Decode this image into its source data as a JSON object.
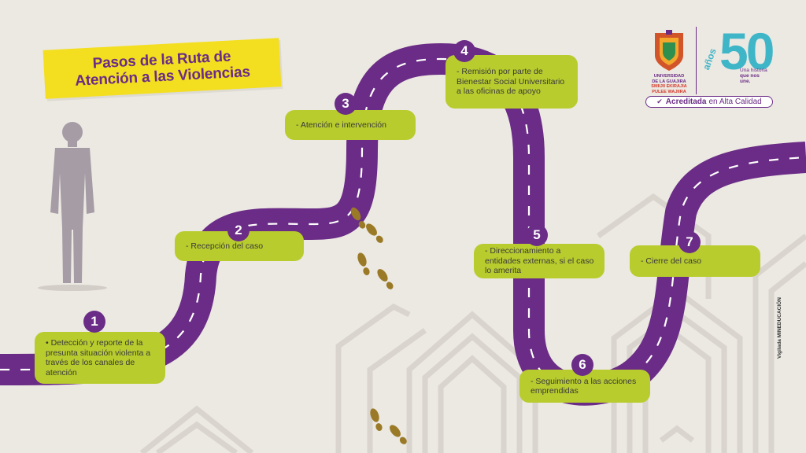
{
  "title": {
    "line1": "Pasos de la Ruta de",
    "line2": "Atención a las Violencias"
  },
  "steps": [
    {
      "number": "1",
      "text": "• Detección y reporte de la presunta situación violenta a través de los canales de atención"
    },
    {
      "number": "2",
      "text": "- Recepción del caso"
    },
    {
      "number": "3",
      "text": "- Atención e intervención"
    },
    {
      "number": "4",
      "text": "- Remisión por parte de Bienestar Social Universitario a las oficinas de apoyo"
    },
    {
      "number": "5",
      "text": "- Direccionamiento a entidades externas, si el caso lo amerita"
    },
    {
      "number": "6",
      "text": "- Seguimiento a las acciones emprendidas"
    },
    {
      "number": "7",
      "text": "- Cierre del caso"
    }
  ],
  "logo": {
    "university_line1": "UNIVERSIDAD",
    "university_line2": "DE LA GUAJIRA",
    "wayuu_line1": "SMIIJII EKIRAJIA",
    "wayuu_line2": "PULEE WAJIIRA",
    "years": "50",
    "years_word": "años",
    "slogan_line1": "Una historia",
    "slogan_line2": "que nos",
    "slogan_line3": "une.",
    "accredited_bold": "Acreditada",
    "accredited_rest": "en Alta Calidad"
  },
  "footer": {
    "vigilada_prefix": "Vigilada",
    "vigilada_entity": "MINEDUCACIÓN"
  },
  "colors": {
    "road": "#6a2c86",
    "step_box": "#b8cc2e",
    "title_banner": "#f3df1f",
    "logo_accent": "#3fb6c8",
    "background": "#ece8e2"
  },
  "icons": [
    "person-silhouette-icon",
    "footprint-icon",
    "check-icon",
    "university-shield-icon"
  ]
}
